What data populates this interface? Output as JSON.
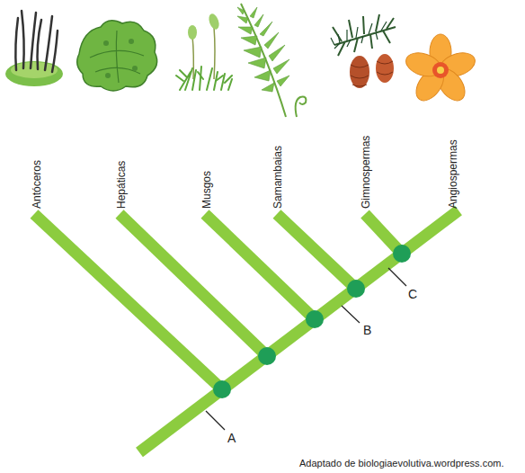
{
  "diagram": {
    "labels": [
      "Antóceros",
      "Hepáticas",
      "Musgos",
      "Samambaias",
      "Gimnospermas",
      "Angiospermas",
      "A",
      "B",
      "C",
      "Adaptado de biologiaevolutiva.wordpress.com."
    ]
  }
}
